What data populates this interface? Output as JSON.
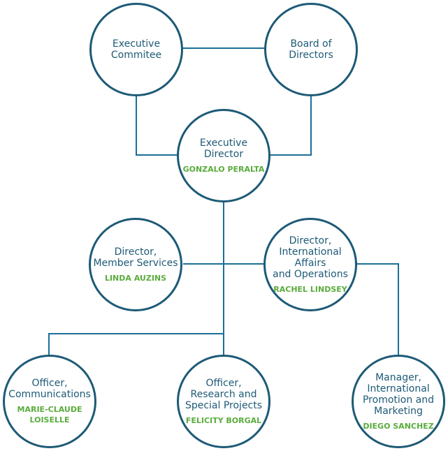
{
  "colors": {
    "border": "#1d5a76",
    "line": "#1b6f97",
    "title": "#1d5a76",
    "name": "#5aac3c"
  },
  "nodes": {
    "executive_committee": {
      "title": [
        "Executive",
        "Commitee"
      ],
      "name": ""
    },
    "board_of_directors": {
      "title": [
        "Board of",
        "Directors"
      ],
      "name": ""
    },
    "executive_director": {
      "title": [
        "Executive",
        "Director"
      ],
      "name": "GONZALO PERALTA"
    },
    "member_services": {
      "title": [
        "Director,",
        "Member Services"
      ],
      "name": "LINDA AUZINS"
    },
    "international_affairs": {
      "title": [
        "Director,",
        "International Affairs",
        "and Operations"
      ],
      "name": "RACHEL LINDSEY"
    },
    "communications": {
      "title": [
        "Officer,",
        "Communications"
      ],
      "name": [
        "MARIE-CLAUDE",
        "LOISELLE"
      ]
    },
    "research": {
      "title": [
        "Officer,",
        "Research and",
        "Special Projects"
      ],
      "name": "FELICITY BORGAL"
    },
    "promotion": {
      "title": [
        "Manager,",
        "International",
        "Promotion and",
        "Marketing"
      ],
      "name": "DIEGO SANCHEZ"
    }
  }
}
